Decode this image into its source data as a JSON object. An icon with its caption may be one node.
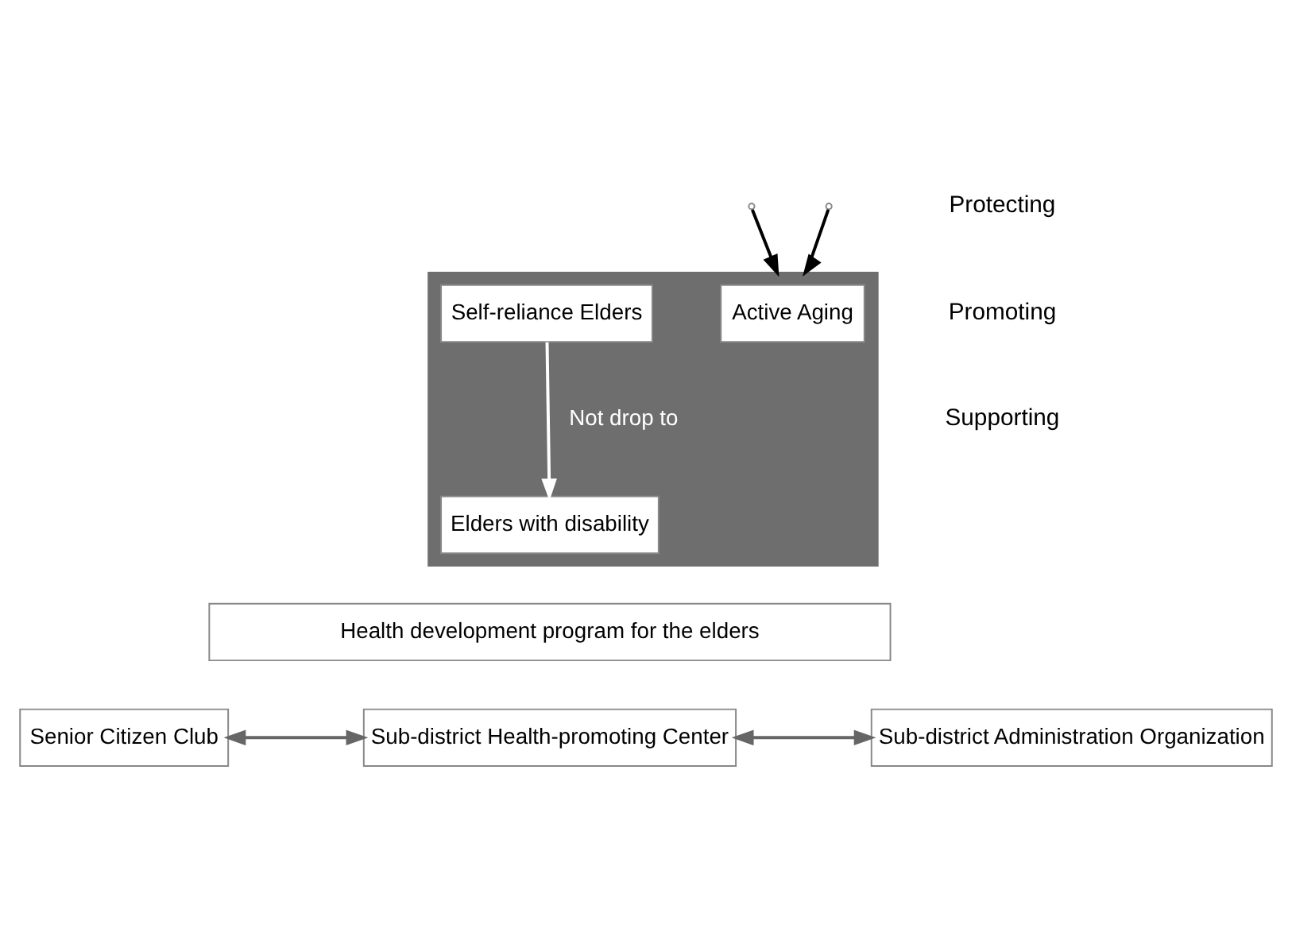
{
  "diagram": {
    "nodes": [
      {
        "text": [],
        "shape": "triangle"
      },
      {
        "text": [
          "Active Aging"
        ],
        "in": 0
      },
      {
        "text": [
          "Self-reliance Elders"
        ],
        "in": 0
      },
      {
        "text": [
          "Elders with disability"
        ],
        "in": 0
      },
      {
        "text": [
          "Health development program for the elders"
        ]
      },
      {
        "text": [
          "Senior Citizen Club"
        ]
      },
      {
        "text": [
          "Sub-district Health-promoting Center"
        ]
      },
      {
        "text": [
          "Sub-district Administration Organization"
        ]
      }
    ],
    "edges": [
      {
        "from": 2,
        "to": 3,
        "label": "Not drop to",
        "arrow": "to",
        "color": "#ffffff"
      },
      {
        "from": null,
        "to": 0,
        "arrow": "to"
      },
      {
        "from": null,
        "to": 0,
        "arrow": "to"
      },
      {
        "from": 5,
        "to": 6,
        "arrow": "both",
        "color": "#666666"
      },
      {
        "from": 6,
        "to": 7,
        "arrow": "both",
        "color": "#666666"
      }
    ],
    "labels": [
      "Protecting",
      "Promoting",
      "Supporting"
    ]
  }
}
